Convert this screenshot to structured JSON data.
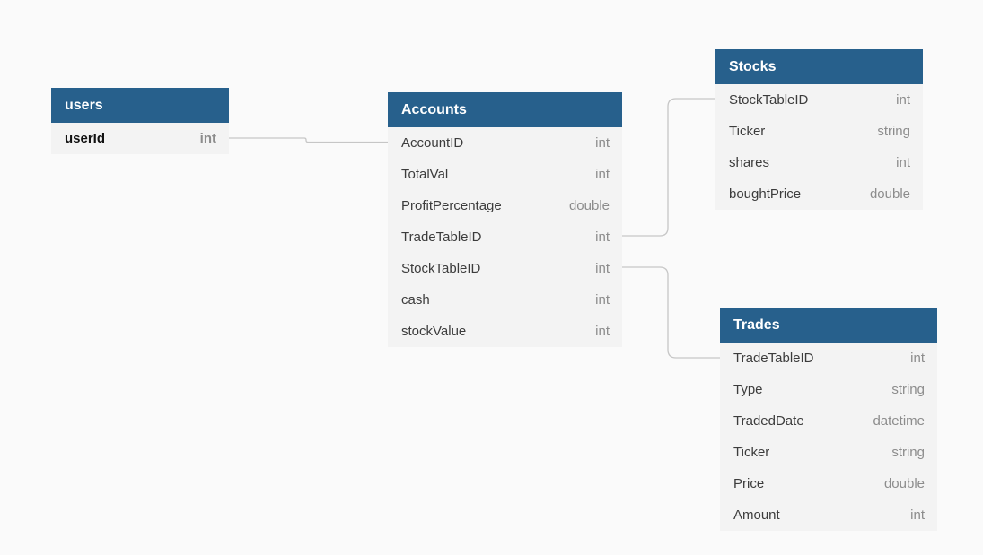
{
  "colors": {
    "header": "#27608c",
    "header_text": "#ffffff",
    "row_bg": "#f3f3f3",
    "canvas_bg": "#fafafa",
    "connector": "#c6c6c6"
  },
  "tables": {
    "users": {
      "name": "users",
      "fields": [
        {
          "name": "userId",
          "type": "int"
        }
      ]
    },
    "accounts": {
      "name": "Accounts",
      "fields": [
        {
          "name": "AccountID",
          "type": "int"
        },
        {
          "name": "TotalVal",
          "type": "int"
        },
        {
          "name": "ProfitPercentage",
          "type": "double"
        },
        {
          "name": "TradeTableID",
          "type": "int"
        },
        {
          "name": "StockTableID",
          "type": "int"
        },
        {
          "name": "cash",
          "type": "int"
        },
        {
          "name": "stockValue",
          "type": "int"
        }
      ]
    },
    "stocks": {
      "name": "Stocks",
      "fields": [
        {
          "name": "StockTableID",
          "type": "int"
        },
        {
          "name": "Ticker",
          "type": "string"
        },
        {
          "name": "shares",
          "type": "int"
        },
        {
          "name": "boughtPrice",
          "type": "double"
        }
      ]
    },
    "trades": {
      "name": "Trades",
      "fields": [
        {
          "name": "TradeTableID",
          "type": "int"
        },
        {
          "name": "Type",
          "type": "string"
        },
        {
          "name": "TradedDate",
          "type": "datetime"
        },
        {
          "name": "Ticker",
          "type": "string"
        },
        {
          "name": "Price",
          "type": "double"
        },
        {
          "name": "Amount",
          "type": "int"
        }
      ]
    }
  },
  "relations": [
    {
      "from_table": "users",
      "from_field": "userId",
      "to_table": "Accounts",
      "to_field": "AccountID"
    },
    {
      "from_table": "Accounts",
      "from_field": "TradeTableID",
      "to_table": "Stocks",
      "to_field": "StockTableID"
    },
    {
      "from_table": "Accounts",
      "from_field": "StockTableID",
      "to_table": "Trades",
      "to_field": "TradeTableID"
    }
  ]
}
